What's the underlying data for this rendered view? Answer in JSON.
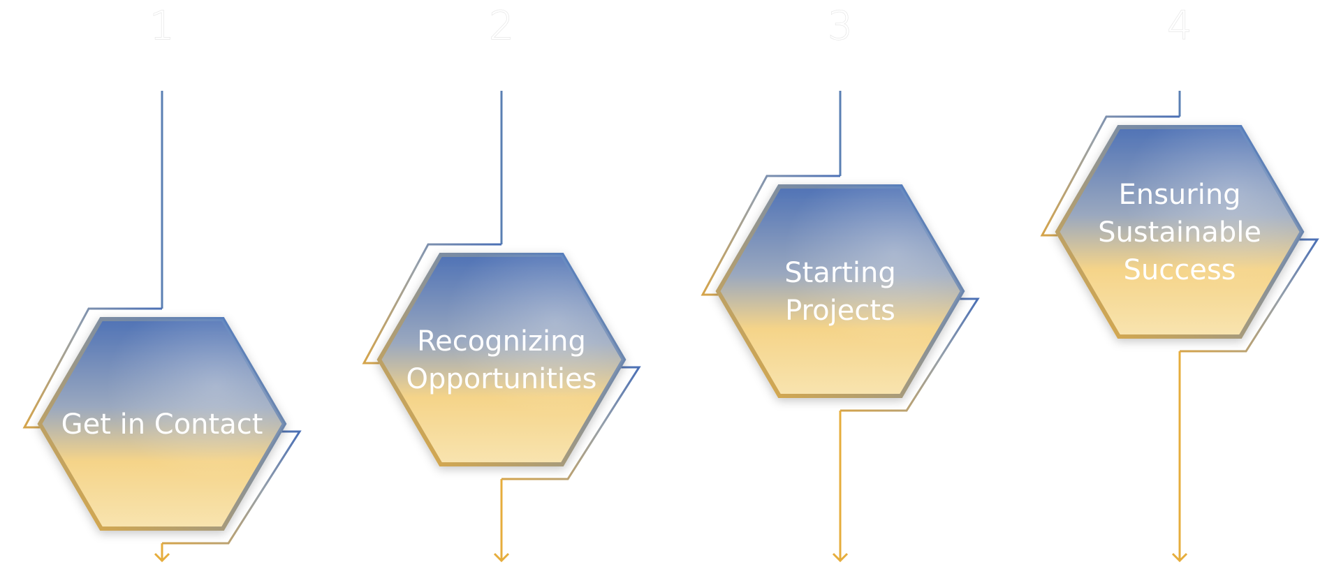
{
  "colors": {
    "blue": "#4a6fb5",
    "gold": "#e6ad3c",
    "grey": "#8a9298",
    "label": "#ffffff"
  },
  "steps": [
    {
      "number": "1",
      "label_lines": [
        "Get in Contact"
      ]
    },
    {
      "number": "2",
      "label_lines": [
        "Recognizing",
        "Opportunities"
      ]
    },
    {
      "number": "3",
      "label_lines": [
        "Starting",
        "Projects"
      ]
    },
    {
      "number": "4",
      "label_lines": [
        "Ensuring",
        "Sustainable",
        "Success"
      ]
    }
  ]
}
